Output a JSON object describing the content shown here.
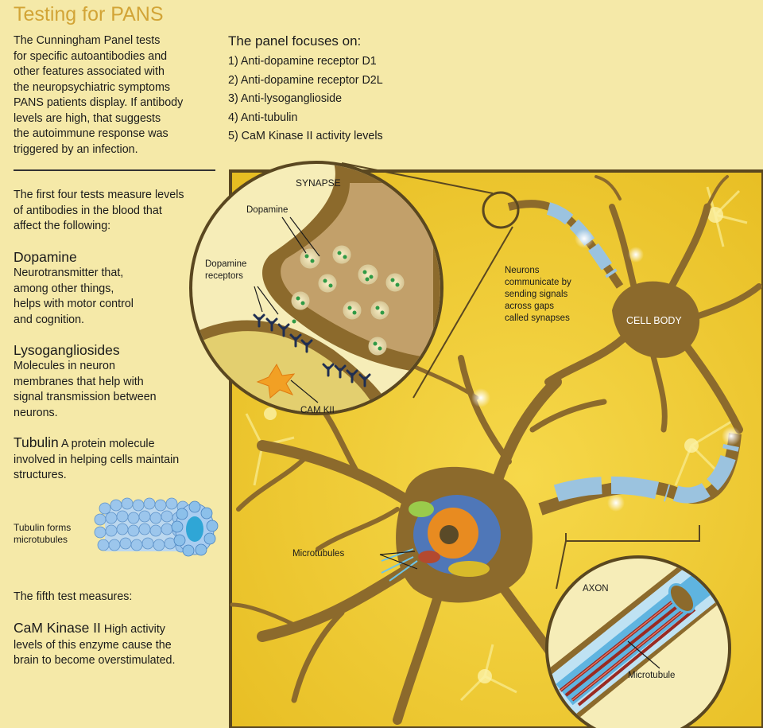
{
  "title": "Testing for PANS",
  "intro": "The Cunningham Panel tests\nfor specific autoantibodies and\nother features associated with\nthe neuropsychiatric symptoms\nPANS patients display. If antibody\nlevels are high, that suggests\nthe autoimmune response was\ntriggered by an infection.",
  "panel": {
    "heading": "The panel focuses on:",
    "items": [
      "1) Anti-dopamine receptor D1",
      "2) Anti-dopamine receptor D2L",
      "3) Anti-lysoganglioside",
      "4) Anti-tubulin",
      "5) CaM Kinase II activity levels"
    ]
  },
  "first_four": "The first four tests measure levels\nof antibodies in the blood that\naffect the following:",
  "dopamine": {
    "heading": "Dopamine",
    "text": "Neurotransmitter that,\namong other things,\nhelps with motor control\nand cognition."
  },
  "lyso": {
    "heading": "Lysogangliosides",
    "text": "Molecules in neuron\nmembranes that help with\nsignal transmission between\nneurons."
  },
  "tubulin": {
    "heading": "Tubulin",
    "text_first": "A protein molecule",
    "text_rest": "involved in helping cells maintain\nstructures.",
    "forms_label": "Tubulin forms\nmicrotubules"
  },
  "fifth": "The fifth test measures:",
  "camk": {
    "heading": "CaM Kinase II",
    "text_first": "High activity",
    "text_rest": "levels of this enzyme cause the\nbrain to become overstimulated."
  },
  "diagram": {
    "synapse_label": "SYNAPSE",
    "dopamine_label": "Dopamine",
    "receptors_label": "Dopamine\nreceptors",
    "camkii_label": "CAM KII",
    "neurons_label": "Neurons\ncommunicate by\nsending signals\nacross gaps\ncalled synapses",
    "cell_body_label": "CELL BODY",
    "microtubules_label": "Microtubules",
    "axon_label": "AXON",
    "microtubule_label": "Microtubule"
  },
  "colors": {
    "background": "#f5e9a8",
    "title": "#d2a436",
    "panel_bg": "#f0cc2e",
    "neuron_brown": "#8c6a2c",
    "frame": "#5a4720"
  }
}
